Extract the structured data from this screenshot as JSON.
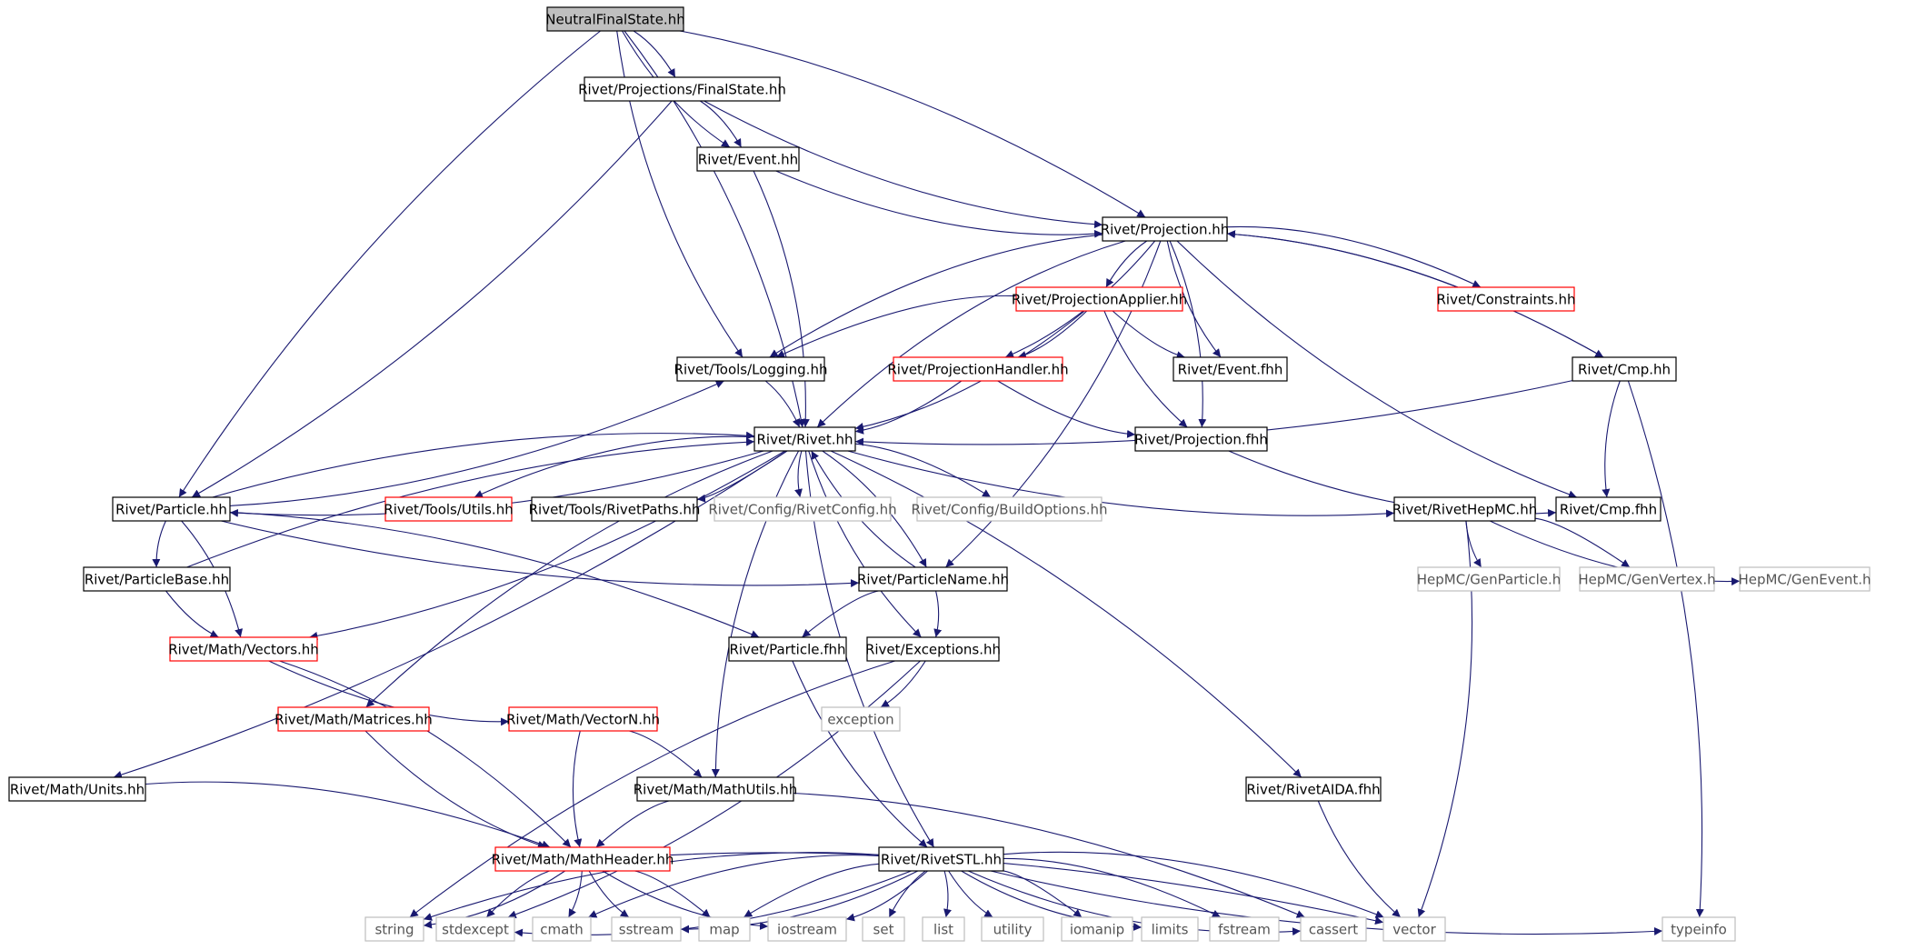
{
  "diagram": {
    "nodes": [
      {
        "id": "nfs",
        "label": "NeutralFinalState.hh",
        "kind": "root"
      },
      {
        "id": "fs",
        "label": "Rivet/Projections/FinalState.hh",
        "kind": "normal"
      },
      {
        "id": "event",
        "label": "Rivet/Event.hh",
        "kind": "normal"
      },
      {
        "id": "proj",
        "label": "Rivet/Projection.hh",
        "kind": "normal"
      },
      {
        "id": "projapp",
        "label": "Rivet/ProjectionApplier.hh",
        "kind": "red"
      },
      {
        "id": "constraints",
        "label": "Rivet/Constraints.hh",
        "kind": "red"
      },
      {
        "id": "logging",
        "label": "Rivet/Tools/Logging.hh",
        "kind": "normal"
      },
      {
        "id": "projhandler",
        "label": "Rivet/ProjectionHandler.hh",
        "kind": "red"
      },
      {
        "id": "eventfhh",
        "label": "Rivet/Event.fhh",
        "kind": "normal"
      },
      {
        "id": "cmp",
        "label": "Rivet/Cmp.hh",
        "kind": "normal"
      },
      {
        "id": "rivet",
        "label": "Rivet/Rivet.hh",
        "kind": "normal"
      },
      {
        "id": "projfhh",
        "label": "Rivet/Projection.fhh",
        "kind": "normal"
      },
      {
        "id": "particle",
        "label": "Rivet/Particle.hh",
        "kind": "normal"
      },
      {
        "id": "utils",
        "label": "Rivet/Tools/Utils.hh",
        "kind": "red"
      },
      {
        "id": "rivetpaths",
        "label": "Rivet/Tools/RivetPaths.hh",
        "kind": "normal"
      },
      {
        "id": "rivetconfig",
        "label": "Rivet/Config/RivetConfig.hh",
        "kind": "gray"
      },
      {
        "id": "buildopts",
        "label": "Rivet/Config/BuildOptions.hh",
        "kind": "gray"
      },
      {
        "id": "rivethepmc",
        "label": "Rivet/RivetHepMC.hh",
        "kind": "normal"
      },
      {
        "id": "cmpfhh",
        "label": "Rivet/Cmp.fhh",
        "kind": "normal"
      },
      {
        "id": "particlebase",
        "label": "Rivet/ParticleBase.hh",
        "kind": "normal"
      },
      {
        "id": "particlename",
        "label": "Rivet/ParticleName.hh",
        "kind": "normal"
      },
      {
        "id": "genparticle",
        "label": "HepMC/GenParticle.h",
        "kind": "gray"
      },
      {
        "id": "genvertex",
        "label": "HepMC/GenVertex.h",
        "kind": "gray"
      },
      {
        "id": "genevent",
        "label": "HepMC/GenEvent.h",
        "kind": "gray"
      },
      {
        "id": "vectors",
        "label": "Rivet/Math/Vectors.hh",
        "kind": "red"
      },
      {
        "id": "particlefhh",
        "label": "Rivet/Particle.fhh",
        "kind": "normal"
      },
      {
        "id": "exceptions",
        "label": "Rivet/Exceptions.hh",
        "kind": "normal"
      },
      {
        "id": "matrices",
        "label": "Rivet/Math/Matrices.hh",
        "kind": "red"
      },
      {
        "id": "vectorn",
        "label": "Rivet/Math/VectorN.hh",
        "kind": "red"
      },
      {
        "id": "exception",
        "label": "exception",
        "kind": "gray"
      },
      {
        "id": "units",
        "label": "Rivet/Math/Units.hh",
        "kind": "normal"
      },
      {
        "id": "mathutils",
        "label": "Rivet/Math/MathUtils.hh",
        "kind": "normal"
      },
      {
        "id": "rivetaida",
        "label": "Rivet/RivetAIDA.fhh",
        "kind": "normal"
      },
      {
        "id": "mathheader",
        "label": "Rivet/Math/MathHeader.hh",
        "kind": "red"
      },
      {
        "id": "rivetstl",
        "label": "Rivet/RivetSTL.hh",
        "kind": "normal"
      },
      {
        "id": "string",
        "label": "string",
        "kind": "gray"
      },
      {
        "id": "stdexcept",
        "label": "stdexcept",
        "kind": "gray"
      },
      {
        "id": "cmath",
        "label": "cmath",
        "kind": "gray"
      },
      {
        "id": "sstream",
        "label": "sstream",
        "kind": "gray"
      },
      {
        "id": "map",
        "label": "map",
        "kind": "gray"
      },
      {
        "id": "iostream",
        "label": "iostream",
        "kind": "gray"
      },
      {
        "id": "set",
        "label": "set",
        "kind": "gray"
      },
      {
        "id": "list",
        "label": "list",
        "kind": "gray"
      },
      {
        "id": "utility",
        "label": "utility",
        "kind": "gray"
      },
      {
        "id": "iomanip",
        "label": "iomanip",
        "kind": "gray"
      },
      {
        "id": "limits",
        "label": "limits",
        "kind": "gray"
      },
      {
        "id": "fstream",
        "label": "fstream",
        "kind": "gray"
      },
      {
        "id": "cassert",
        "label": "cassert",
        "kind": "gray"
      },
      {
        "id": "vector",
        "label": "vector",
        "kind": "gray"
      },
      {
        "id": "typeinfo",
        "label": "typeinfo",
        "kind": "gray"
      }
    ],
    "edges": [
      [
        "nfs",
        "fs"
      ],
      [
        "nfs",
        "event"
      ],
      [
        "nfs",
        "proj"
      ],
      [
        "nfs",
        "logging"
      ],
      [
        "nfs",
        "rivet"
      ],
      [
        "nfs",
        "particle"
      ],
      [
        "fs",
        "event"
      ],
      [
        "fs",
        "proj"
      ],
      [
        "fs",
        "particle"
      ],
      [
        "event",
        "proj"
      ],
      [
        "event",
        "rivet"
      ],
      [
        "proj",
        "projapp"
      ],
      [
        "proj",
        "constraints"
      ],
      [
        "proj",
        "logging"
      ],
      [
        "proj",
        "projhandler"
      ],
      [
        "proj",
        "eventfhh"
      ],
      [
        "proj",
        "cmp"
      ],
      [
        "proj",
        "rivet"
      ],
      [
        "proj",
        "projfhh"
      ],
      [
        "proj",
        "cmpfhh"
      ],
      [
        "proj",
        "particlename"
      ],
      [
        "projapp",
        "logging"
      ],
      [
        "projapp",
        "projhandler"
      ],
      [
        "projapp",
        "eventfhh"
      ],
      [
        "projapp",
        "rivet"
      ],
      [
        "projapp",
        "projfhh"
      ],
      [
        "projhandler",
        "rivet"
      ],
      [
        "projhandler",
        "projfhh"
      ],
      [
        "logging",
        "rivet"
      ],
      [
        "cmp",
        "proj"
      ],
      [
        "cmp",
        "rivet"
      ],
      [
        "cmp",
        "cmpfhh"
      ],
      [
        "cmp",
        "typeinfo"
      ],
      [
        "projfhh",
        "cmpfhh"
      ],
      [
        "rivet",
        "particle"
      ],
      [
        "rivet",
        "utils"
      ],
      [
        "rivet",
        "rivetpaths"
      ],
      [
        "rivet",
        "rivetconfig"
      ],
      [
        "rivet",
        "buildopts"
      ],
      [
        "rivet",
        "rivethepmc"
      ],
      [
        "rivet",
        "particlename"
      ],
      [
        "rivet",
        "exceptions"
      ],
      [
        "rivet",
        "vectors"
      ],
      [
        "rivet",
        "matrices"
      ],
      [
        "rivet",
        "units"
      ],
      [
        "rivet",
        "mathutils"
      ],
      [
        "rivet",
        "rivetaida"
      ],
      [
        "rivet",
        "rivetstl"
      ],
      [
        "particle",
        "rivet"
      ],
      [
        "particle",
        "particlebase"
      ],
      [
        "particle",
        "vectors"
      ],
      [
        "particle",
        "particlename"
      ],
      [
        "particle",
        "particlefhh"
      ],
      [
        "particle",
        "logging"
      ],
      [
        "particlebase",
        "rivet"
      ],
      [
        "particlebase",
        "vectors"
      ],
      [
        "particlename",
        "rivet"
      ],
      [
        "particlename",
        "particlefhh"
      ],
      [
        "particlename",
        "exceptions"
      ],
      [
        "particlefhh",
        "rivetstl"
      ],
      [
        "exceptions",
        "exception"
      ],
      [
        "exceptions",
        "string"
      ],
      [
        "exceptions",
        "stdexcept"
      ],
      [
        "vectors",
        "vectorn"
      ],
      [
        "vectors",
        "mathheader"
      ],
      [
        "vectorn",
        "mathheader"
      ],
      [
        "vectorn",
        "mathutils"
      ],
      [
        "matrices",
        "mathheader"
      ],
      [
        "units",
        "mathheader"
      ],
      [
        "mathutils",
        "mathheader"
      ],
      [
        "mathutils",
        "cassert"
      ],
      [
        "rivethepmc",
        "genparticle"
      ],
      [
        "rivethepmc",
        "genvertex"
      ],
      [
        "rivethepmc",
        "genevent"
      ],
      [
        "rivethepmc",
        "vector"
      ],
      [
        "rivetaida",
        "vector"
      ],
      [
        "mathheader",
        "string"
      ],
      [
        "mathheader",
        "stdexcept"
      ],
      [
        "mathheader",
        "cmath"
      ],
      [
        "mathheader",
        "sstream"
      ],
      [
        "mathheader",
        "map"
      ],
      [
        "mathheader",
        "iostream"
      ],
      [
        "mathheader",
        "vector"
      ],
      [
        "rivetstl",
        "string"
      ],
      [
        "rivetstl",
        "stdexcept"
      ],
      [
        "rivetstl",
        "cmath"
      ],
      [
        "rivetstl",
        "sstream"
      ],
      [
        "rivetstl",
        "map"
      ],
      [
        "rivetstl",
        "iostream"
      ],
      [
        "rivetstl",
        "set"
      ],
      [
        "rivetstl",
        "list"
      ],
      [
        "rivetstl",
        "utility"
      ],
      [
        "rivetstl",
        "iomanip"
      ],
      [
        "rivetstl",
        "limits"
      ],
      [
        "rivetstl",
        "fstream"
      ],
      [
        "rivetstl",
        "cassert"
      ],
      [
        "rivetstl",
        "vector"
      ],
      [
        "rivetstl",
        "typeinfo"
      ]
    ]
  }
}
